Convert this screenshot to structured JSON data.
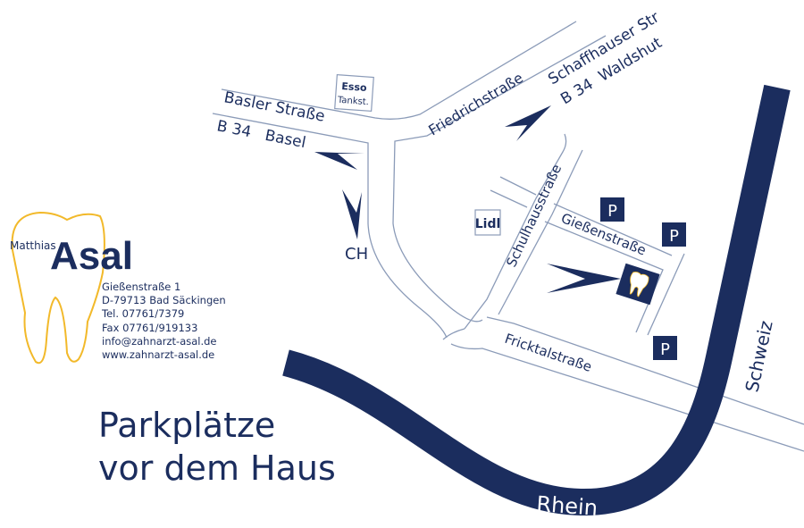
{
  "logo": {
    "first_name": "Matthias",
    "last_name": "Asal"
  },
  "contact": {
    "street": "Gießenstraße 1",
    "city": "D-79713 Bad Säckingen",
    "tel": "Tel. 07761/7379",
    "fax": "Fax 07761/919133",
    "email": "info@zahnarzt-asal.de",
    "web": "www.zahnarzt-asal.de"
  },
  "headline": {
    "line1": "Parkplätze",
    "line2": "vor dem Haus"
  },
  "streets": {
    "basler": "Basler Straße",
    "basel_dir": "B 34   Basel",
    "friedrich": "Friedrichstraße",
    "schaffhauser": "Schaffhauser Str",
    "waldshut_dir": "B 34  Waldshut",
    "schulhaus": "Schulhausstraße",
    "giessen": "Gießenstraße",
    "fricktal": "Fricktalstraße",
    "ch": "CH"
  },
  "landmarks": {
    "esso": "Esso",
    "esso_sub": "Tankst.",
    "lidl": "Lidl",
    "parking": "P"
  },
  "water": {
    "river": "Rhein",
    "country": "Schweiz"
  },
  "colors": {
    "navy": "#1b2d5e",
    "road": "#8b9bb8",
    "tooth": "#f2b92a"
  }
}
